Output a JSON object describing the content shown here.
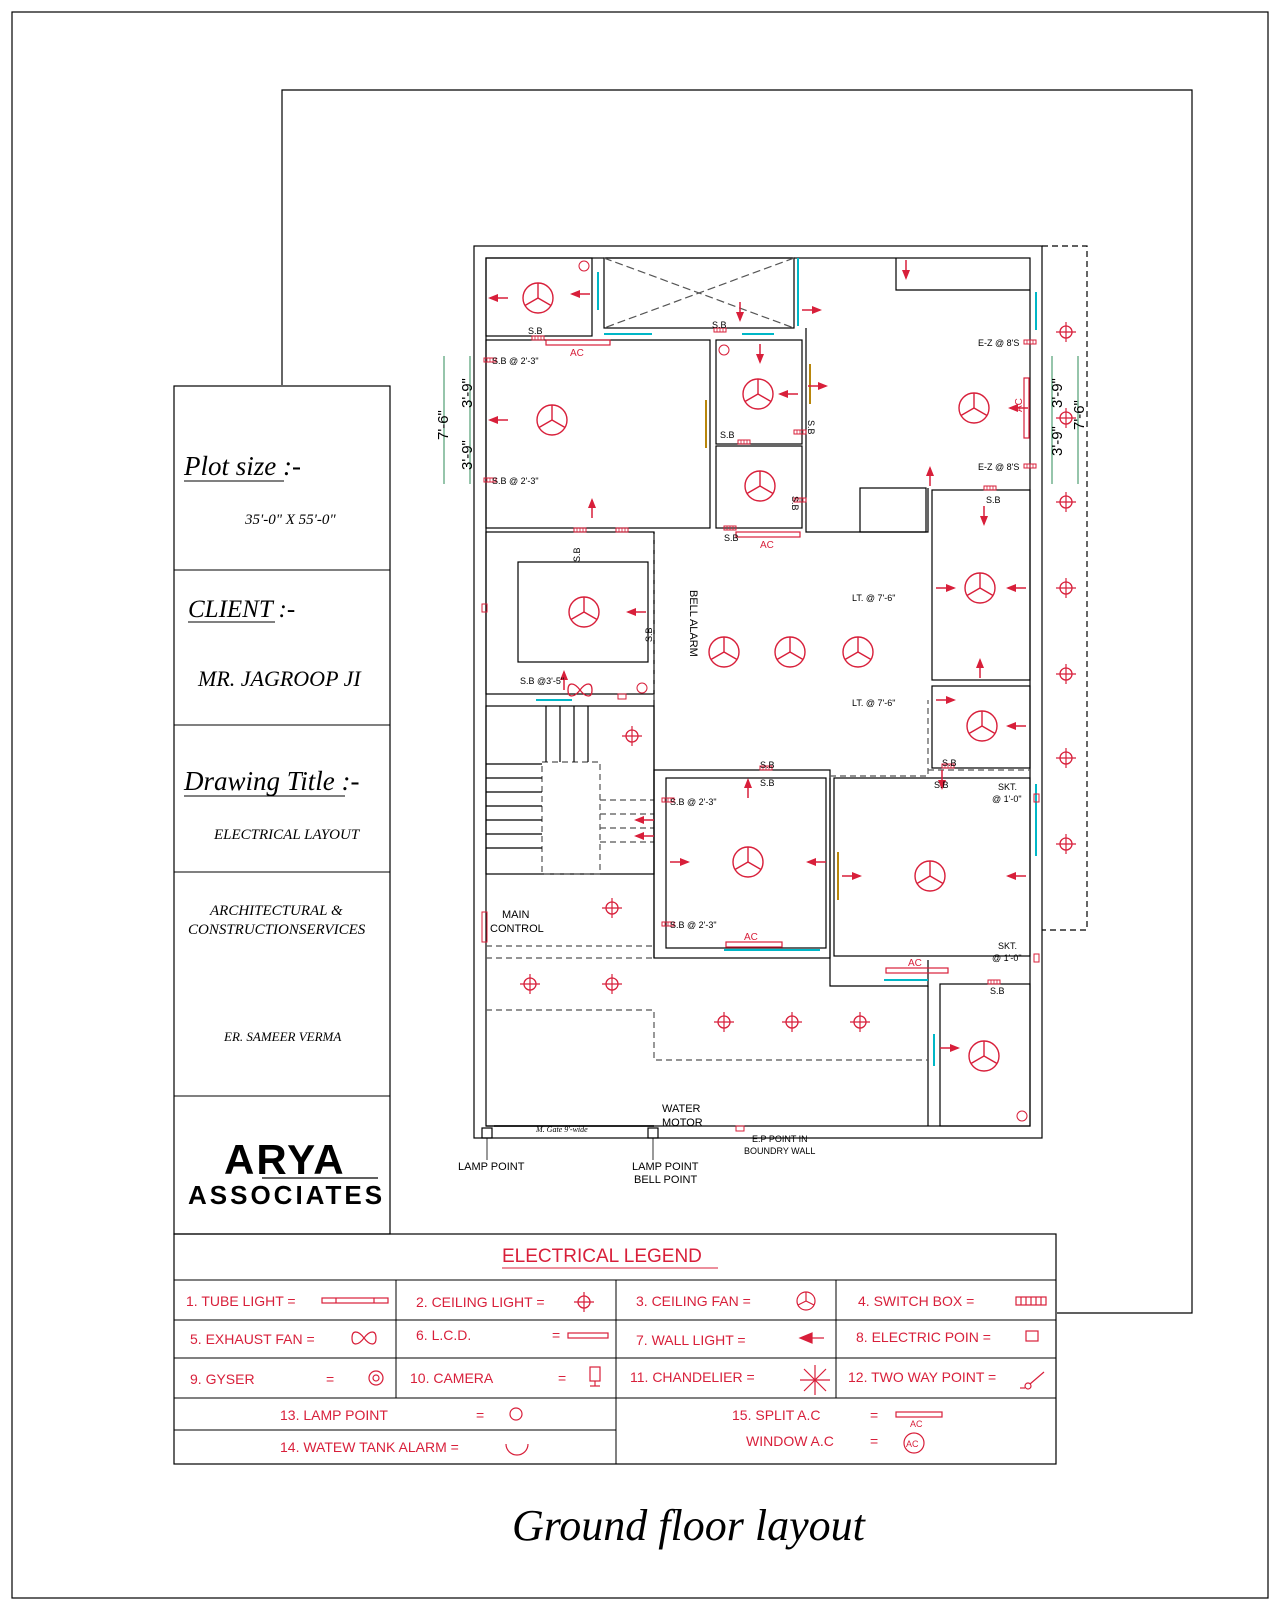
{
  "title_block": {
    "plot_size_label": "Plot size :-",
    "plot_size_value": "35'-0\" X 55'-0\"",
    "client_label": "CLIENT :-",
    "client_value": "MR. JAGROOP JI",
    "drawing_title_label": "Drawing Title :-",
    "drawing_title_value": "ELECTRICAL LAYOUT",
    "firm_line1": "ARCHITECTURAL &",
    "firm_line2": "CONSTRUCTIONSERVICES",
    "engineer": "ER. SAMEER VERMA",
    "logo_line1": "ARYA",
    "logo_line2": "ASSOCIATES"
  },
  "legend": {
    "title": "ELECTRICAL LEGEND",
    "items": [
      {
        "label": "1.  TUBE LIGHT  =",
        "symbol": "tube-light-icon"
      },
      {
        "label": "2.  CEILING LIGHT =",
        "symbol": "ceiling-light-icon"
      },
      {
        "label": "3.  CEILING FAN     =",
        "symbol": "ceiling-fan-icon"
      },
      {
        "label": "4.  SWITCH BOX    =",
        "symbol": "switch-box-icon"
      },
      {
        "label": "5.  EXHAUST FAN  =",
        "symbol": "exhaust-fan-icon"
      },
      {
        "label": "6.  L.C.D.",
        "symbol": "lcd-icon"
      },
      {
        "label": "7.  WALL LIGHT       =",
        "symbol": "wall-light-icon"
      },
      {
        "label": "8. ELECTRIC POIN  =",
        "symbol": "electric-point-icon"
      },
      {
        "label": "9.  GYSER",
        "symbol": "geyser-icon"
      },
      {
        "label": "10.      CAMERA",
        "symbol": "camera-icon"
      },
      {
        "label": "11. CHANDELIER      =",
        "symbol": "chandelier-icon"
      },
      {
        "label": "12. TWO WAY POINT =",
        "symbol": "two-way-point-icon"
      },
      {
        "label": "13.    LAMP POINT",
        "symbol": "lamp-point-icon"
      },
      {
        "label": "14.   WATEW TANK ALARM =",
        "symbol": "water-tank-alarm-icon"
      },
      {
        "label": "15.     SPLIT A.C",
        "symbol": "split-ac-icon"
      },
      {
        "label": "WINDOW A.C",
        "symbol": "window-ac-icon"
      }
    ],
    "equals": "="
  },
  "plan_labels": {
    "sb": "S.B",
    "sb_223": "S.B @ 2'-3\"",
    "sb_35": "S.B @3'-5\"",
    "ac": "AC",
    "ez_8s": "E-Z @ 8'S",
    "lt_76": "LT. @ 7'-6\"",
    "skt_10": "SKT.",
    "skt_at": "@ 1'-0\"",
    "bell_alarm": "BELL ALARM",
    "main_control_1": "MAIN",
    "main_control_2": "CONTROL",
    "water_motor_1": "WATER",
    "water_motor_2": "MOTOR",
    "lamp_point": "LAMP POINT",
    "lamp_point_bell_1": "LAMP POINT",
    "lamp_point_bell_2": "BELL POINT",
    "ep_point_1": "E.P POINT IN",
    "ep_point_2": "BOUNDRY WALL",
    "gate": "M. Gate 9'-wide",
    "dim_76": "7'-6\"",
    "dim_39": "3'-9\""
  },
  "caption": "Ground floor layout",
  "colors": {
    "line": "#000000",
    "symbol": "#d81f3a",
    "glass": "#00b7c7",
    "dim": "#2e8b57",
    "door": "#b8860b"
  }
}
